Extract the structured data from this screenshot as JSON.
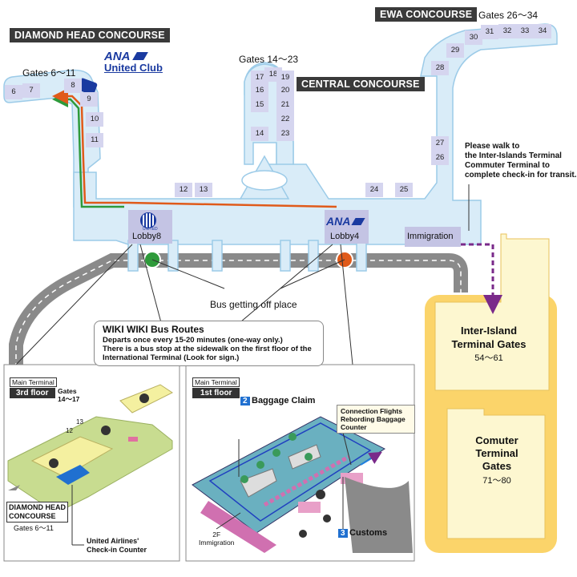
{
  "concourses": {
    "diamond_head": "DIAMOND HEAD CONCOURSE",
    "central": "CENTRAL CONCOURSE",
    "ewa": "EWA CONCOURSE"
  },
  "gate_ranges": {
    "diamond_head": "Gates 6～11",
    "central": "Gates 14～23",
    "ewa": "Gates 26～34"
  },
  "gates": {
    "diamond_head": [
      "6",
      "7",
      "8",
      "9",
      "10",
      "11"
    ],
    "central_left": [
      "17",
      "16",
      "15",
      "14"
    ],
    "central_top": "18",
    "central_right": [
      "19",
      "20",
      "21",
      "22",
      "23"
    ],
    "lower": [
      "12",
      "13",
      "24",
      "25"
    ],
    "ewa": [
      "26",
      "27",
      "28",
      "29",
      "30",
      "31",
      "32",
      "33",
      "34"
    ]
  },
  "lounge": {
    "brand": "ANA",
    "name": "United Club"
  },
  "lobbies": {
    "lobby8": "Lobby8",
    "lobby8_logo": "UNITED",
    "lobby4": "Lobby4",
    "lobby4_brand": "ANA"
  },
  "immigration": "Immigration",
  "transit_note": "Please walk to\nthe Inter-Islands Terminal\nCommuter Terminal to\ncomplete check-in for transit.",
  "bus_stop": "Bus getting off place",
  "inter_island": {
    "title": "Inter-Island\nTerminal Gates",
    "gates": "54～61"
  },
  "commuter": {
    "title": "Comuter\nTerminal\nGates",
    "gates": "71～80"
  },
  "wiki_wiki": {
    "title": "WIKI WIKI Bus Routes",
    "line1": "Departs once every 15-20 minutes (one-way only.)",
    "line2": "There is a bus stop at the sidewalk on the first floor of the",
    "line3": "International Terminal (Look for sign.)"
  },
  "inset_left": {
    "main_terminal": "Main Terminal",
    "floor": "3rd floor",
    "gates": "Gates\n14～17",
    "gate13": "13",
    "gate12": "12",
    "concourse": "DIAMOND HEAD\nCONCOURSE",
    "concourse_gates": "Gates 6～11",
    "checkin": "United Airlines'\nCheck-in Counter"
  },
  "inset_right": {
    "main_terminal": "Main Terminal",
    "floor": "1st floor",
    "baggage_num": "2",
    "baggage": "Baggage Claim",
    "connection": "Connection Flights\nRebording Baggage\nCounter",
    "customs_num": "3",
    "customs": "Customs",
    "immigration": "2F\nImmigration"
  },
  "colors": {
    "terminal_fill": "#d9ecf8",
    "terminal_stroke": "#9ccbe8",
    "gate_fill": "#d5d5ef",
    "gate_fill_dark": "#c4c4e4",
    "road": "#8a8a8a",
    "route_green": "#2e9a3a",
    "route_orange": "#e05a1a",
    "yellow_outer": "#fbd46a",
    "yellow_inner": "#fdf7d0",
    "purple_dash": "#7a2a8a",
    "ana_blue": "#1a3aa0"
  },
  "icons": [
    "bus-icon",
    "united-globe-icon",
    "info-icon",
    "baggage-icon"
  ]
}
